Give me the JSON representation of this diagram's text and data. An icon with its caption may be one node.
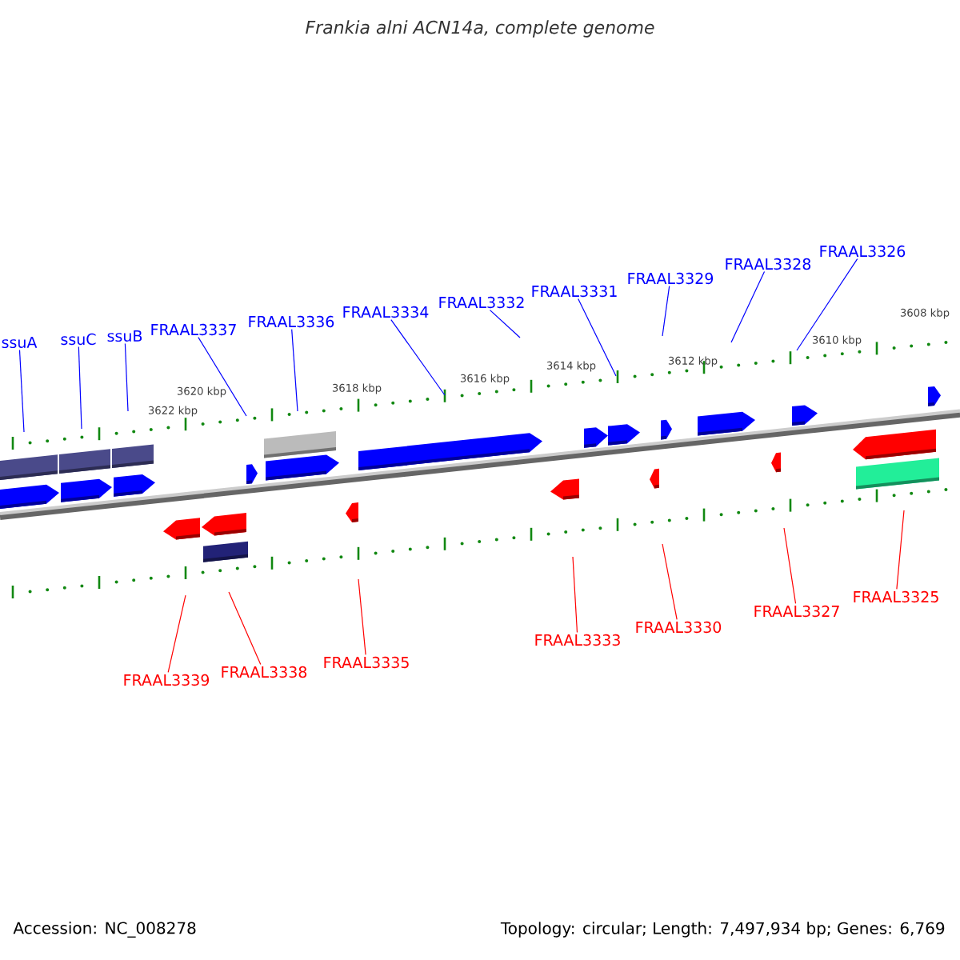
{
  "diagram": {
    "title": "Frankia alni ACN14a, complete genome",
    "nodes": [
      {
        "text": [
          "ssuA"
        ]
      },
      {
        "text": [
          "ssuC"
        ]
      },
      {
        "text": [
          "ssuB"
        ]
      },
      {
        "text": [
          "FRAAL3337"
        ]
      },
      {
        "text": [
          "FRAAL3336"
        ]
      },
      {
        "text": [
          "FRAAL3334"
        ]
      },
      {
        "text": [
          "FRAAL3332"
        ]
      },
      {
        "text": [
          "FRAAL3331"
        ]
      },
      {
        "text": [
          "FRAAL3329"
        ]
      },
      {
        "text": [
          "FRAAL3328"
        ]
      },
      {
        "text": [
          "FRAAL3326"
        ]
      },
      {
        "text": [
          "FRAAL3339"
        ]
      },
      {
        "text": [
          "FRAAL3338"
        ]
      },
      {
        "text": [
          "FRAAL3335"
        ]
      },
      {
        "text": [
          "FRAAL3333"
        ]
      },
      {
        "text": [
          "FRAAL3330"
        ]
      },
      {
        "text": [
          "FRAAL3327"
        ]
      },
      {
        "text": [
          "FRAAL3325"
        ]
      }
    ],
    "edges": [
      {
        "from": 0,
        "to": null,
        "arrow": "none"
      },
      {
        "from": 1,
        "to": null,
        "arrow": "none"
      },
      {
        "from": 2,
        "to": null,
        "arrow": "none"
      },
      {
        "from": 3,
        "to": null,
        "arrow": "none"
      },
      {
        "from": 4,
        "to": null,
        "arrow": "none"
      },
      {
        "from": 5,
        "to": null,
        "arrow": "none"
      },
      {
        "from": 6,
        "to": null,
        "arrow": "none"
      },
      {
        "from": 7,
        "to": null,
        "arrow": "none"
      },
      {
        "from": 8,
        "to": null,
        "arrow": "none"
      },
      {
        "from": 9,
        "to": null,
        "arrow": "none"
      },
      {
        "from": 10,
        "to": null,
        "arrow": "none"
      },
      {
        "from": 11,
        "to": null,
        "arrow": "none",
        "color": "#ff0000"
      },
      {
        "from": 12,
        "to": null,
        "arrow": "none",
        "color": "#ff0000"
      },
      {
        "from": 13,
        "to": null,
        "arrow": "none",
        "color": "#ff0000"
      },
      {
        "from": 14,
        "to": null,
        "arrow": "none",
        "color": "#ff0000"
      },
      {
        "from": 15,
        "to": null,
        "arrow": "none",
        "color": "#ff0000"
      },
      {
        "from": 16,
        "to": null,
        "arrow": "none",
        "color": "#ff0000"
      },
      {
        "from": 17,
        "to": null,
        "arrow": "none",
        "color": "#ff0000"
      }
    ],
    "labels": [
      "3608 kbp",
      "3610 kbp",
      "3612 kbp",
      "3614 kbp",
      "3616 kbp",
      "3618 kbp",
      "3620 kbp",
      "3622 kbp",
      "Accession: NC_008278",
      "Topology: circular; Length: 7,497,934 bp; Genes: 6,769"
    ]
  }
}
